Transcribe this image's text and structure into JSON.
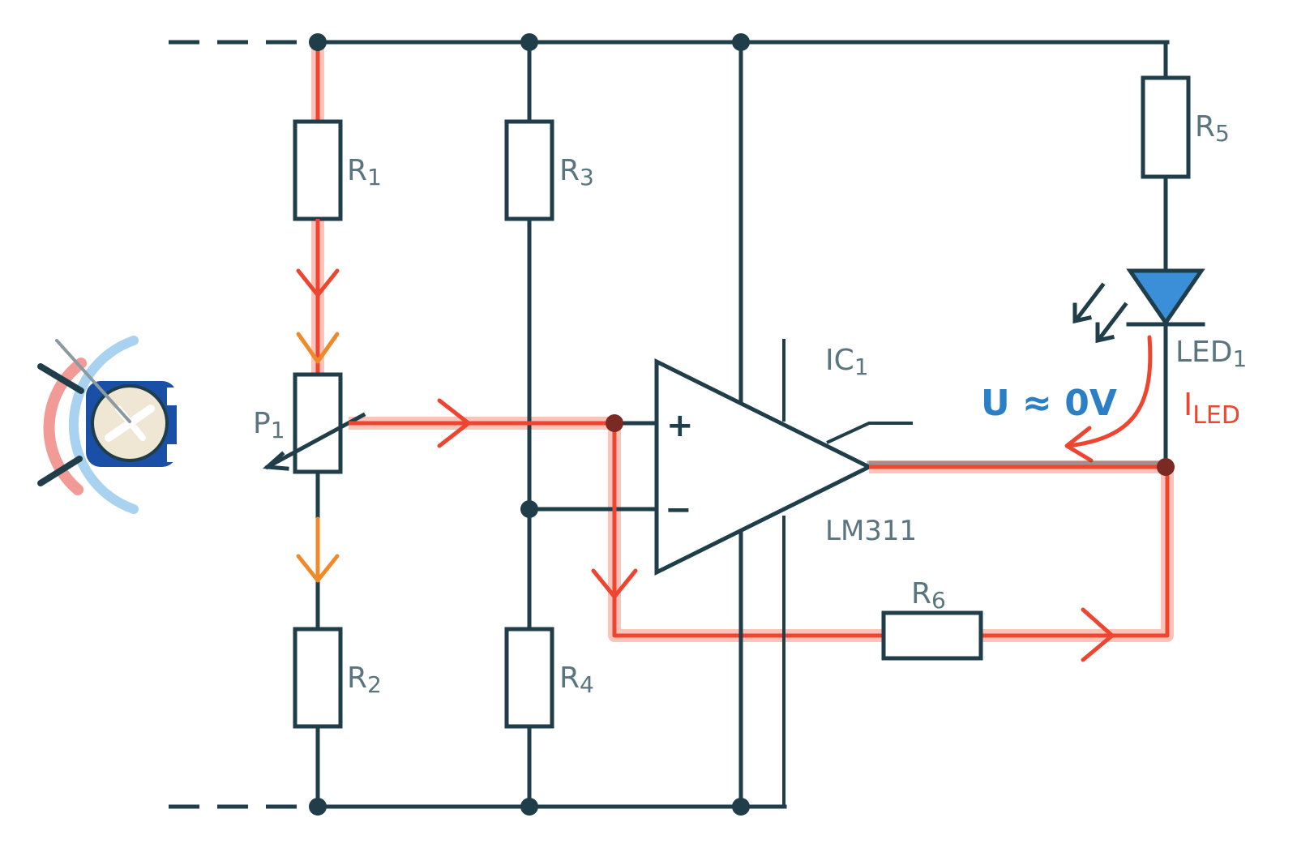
{
  "components": {
    "r1": "R",
    "r1_sub": "1",
    "r2": "R",
    "r2_sub": "2",
    "r3": "R",
    "r3_sub": "3",
    "r4": "R",
    "r4_sub": "4",
    "r5": "R",
    "r5_sub": "5",
    "r6": "R",
    "r6_sub": "6",
    "p1": "P",
    "p1_sub": "1",
    "led1": "LED",
    "led1_sub": "1",
    "ic1": "IC",
    "ic1_sub": "1",
    "ic_model": "LM311"
  },
  "annotations": {
    "voltage": "U ≈ 0V",
    "current": "I",
    "current_sub": "LED",
    "plus_sign": "+",
    "minus_sign": "−"
  },
  "colors": {
    "wire": "#1f3e49",
    "highlight": "#ee4530",
    "orange": "#ee8a2a",
    "led_fill": "#3a8fd8",
    "voltage_text": "#2b7fc4",
    "label_text": "#5a7480"
  },
  "icons": [
    "trimmer-potentiometer-icon",
    "led-emission-arrows-icon"
  ]
}
